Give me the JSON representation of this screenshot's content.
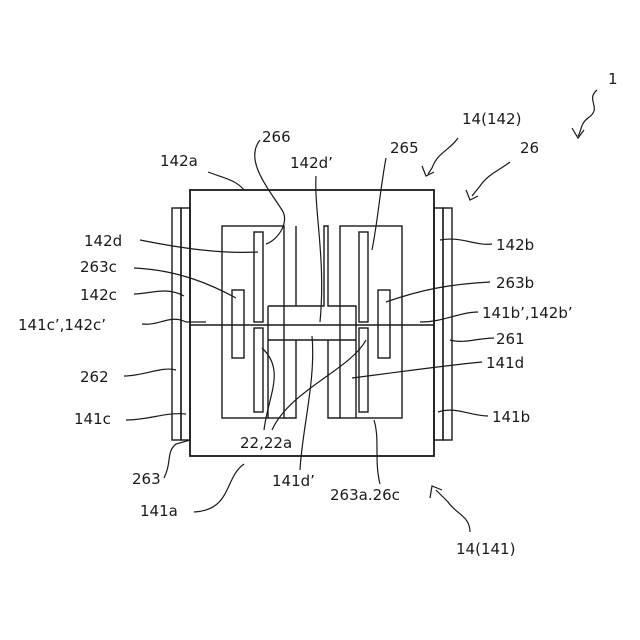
{
  "figure": {
    "labels": {
      "fig_num": "1",
      "l14_142": "14(142)",
      "l26": "26",
      "l266": "266",
      "l142d_prime": "142d’",
      "l265": "265",
      "l142a": "142a",
      "l142d": "142d",
      "l263c": "263c",
      "l142c": "142c",
      "l141c_142c": "141c’,142c’",
      "l262": "262",
      "l141c": "141c",
      "l263": "263",
      "l141a": "141a",
      "l22": "22,22a",
      "l141d_prime": "141d’",
      "l263a": "263a.26c",
      "l14_141": "14(141)",
      "l142b": "142b",
      "l263b": "263b",
      "l141b_142b": "141b’,142b’",
      "l261": "261",
      "l141d": "141d",
      "l141b": "141b"
    }
  }
}
